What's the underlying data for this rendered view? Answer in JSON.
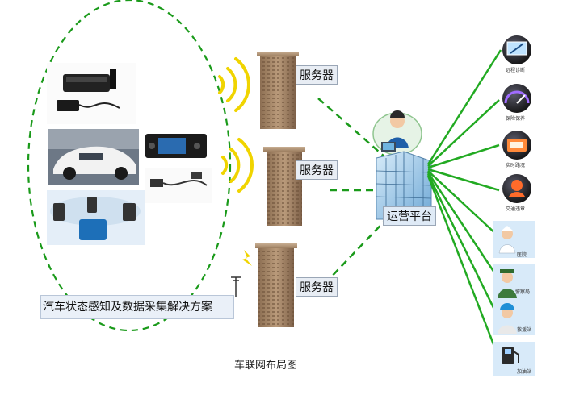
{
  "servers": [
    {
      "label": "服务器"
    },
    {
      "label": "服务器"
    },
    {
      "label": "服务器"
    }
  ],
  "platform": {
    "label": "运营平台"
  },
  "solution_label": "汽车状态感知及数据采集解决方案",
  "caption": "车联网布局图",
  "services": [
    {
      "label": "远程诊断",
      "icon": "monitor-icon"
    },
    {
      "label": "保险保养",
      "icon": "speedometer-icon"
    },
    {
      "label": "实时路况",
      "icon": "traffic-icon"
    },
    {
      "label": "交通违章",
      "icon": "violation-icon"
    },
    {
      "label": "医院",
      "icon": "nurse-icon"
    },
    {
      "label": "警察局",
      "icon": "police-icon"
    },
    {
      "label": "救援站",
      "icon": "rescue-worker-icon"
    },
    {
      "label": "加油站",
      "icon": "fuel-pump-icon"
    }
  ],
  "colors": {
    "dashed_link": "#1a9a1a",
    "solid_link": "#22aa22",
    "building": "#a98a6a"
  }
}
